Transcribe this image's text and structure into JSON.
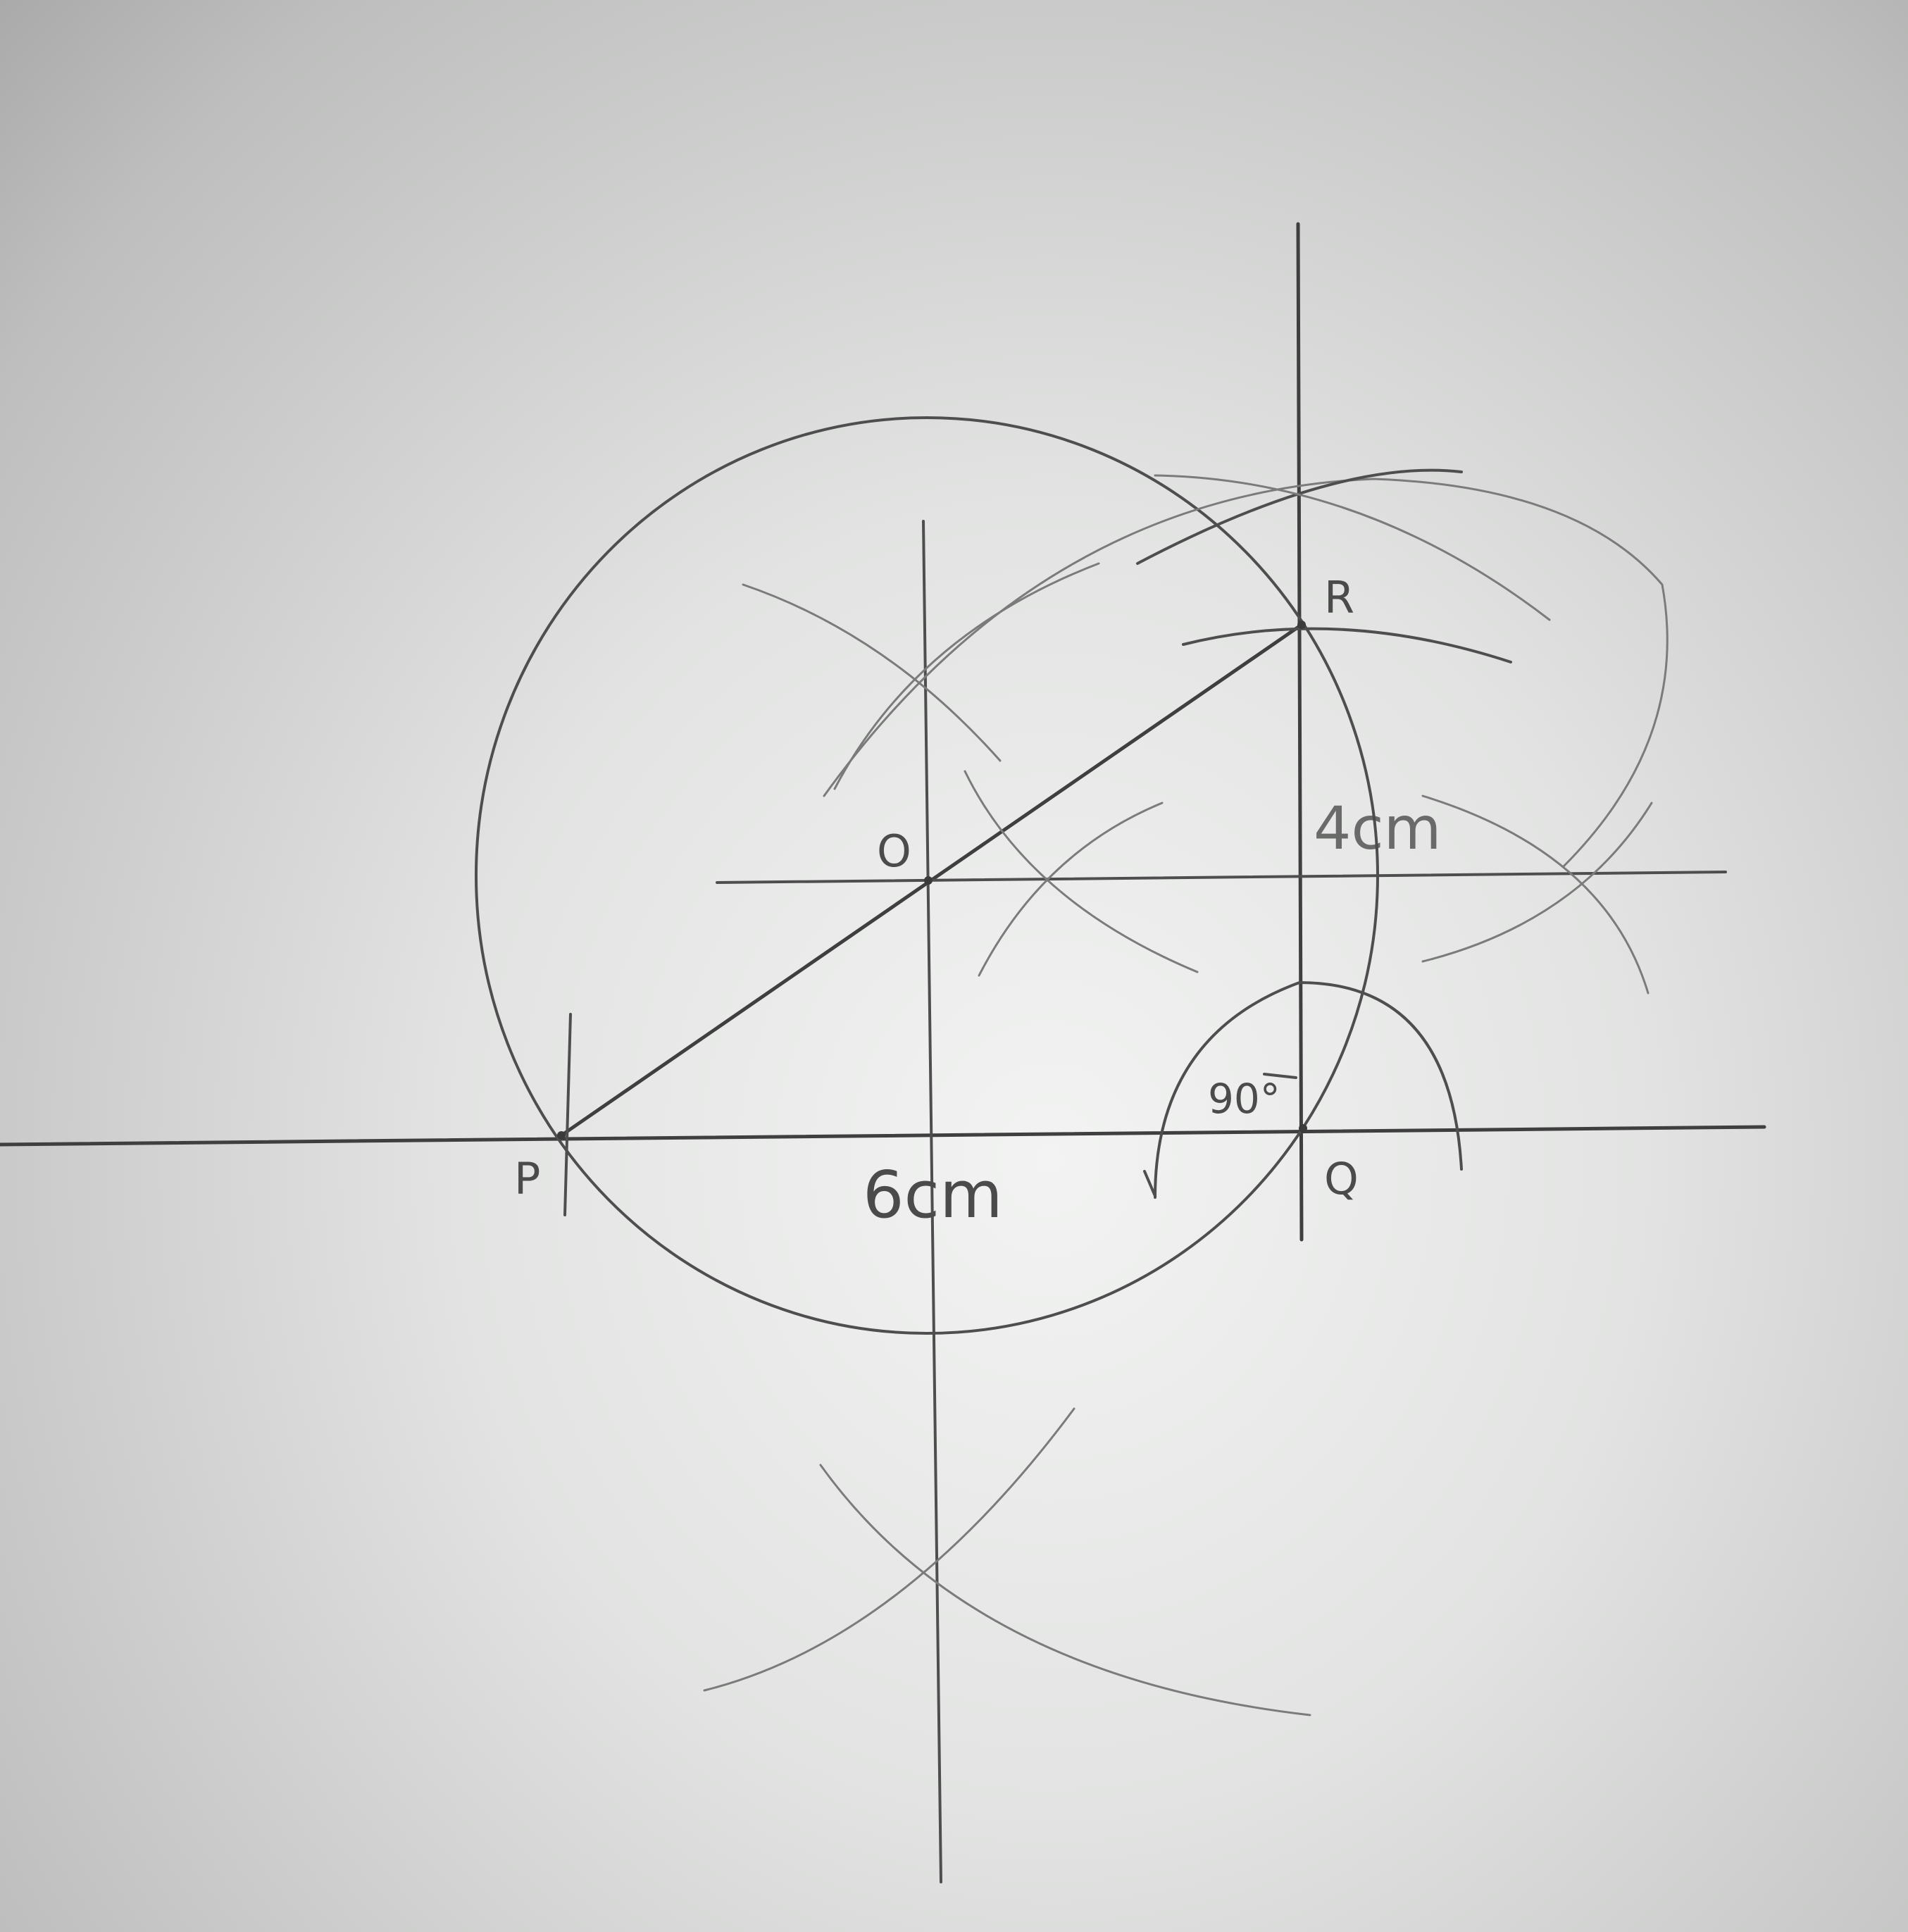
{
  "points": {
    "P": "P",
    "Q": "Q",
    "R": "R",
    "O": "O"
  },
  "measurements": {
    "pq_length": "6cm",
    "qr_length": "4cm",
    "angle_at_q": "90°"
  },
  "colors": {
    "paper": "#e6e7e6",
    "pencil": "#4d4e4d"
  }
}
